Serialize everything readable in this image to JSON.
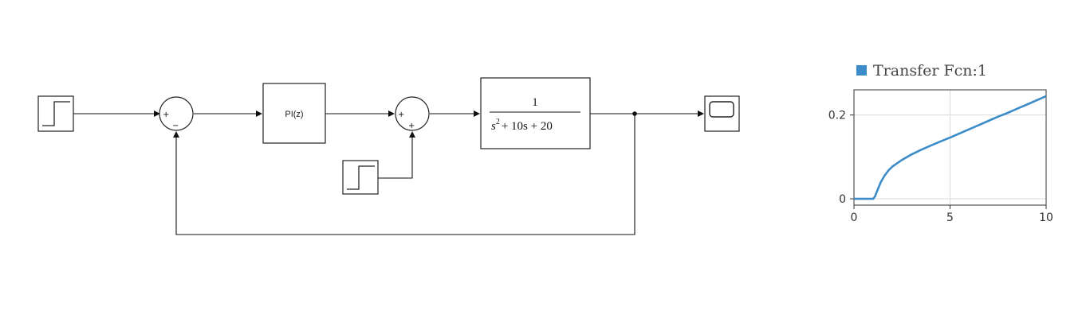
{
  "diagram": {
    "sum1_signs": [
      "+",
      "−"
    ],
    "controller_label": "PI(z)",
    "sum2_signs": [
      "+",
      "+"
    ],
    "plant_numerator": "1",
    "plant_denominator": {
      "base": "s",
      "power": "2",
      "rest": "+ 10s + 20"
    }
  },
  "chart_data": {
    "type": "line",
    "legend_position": "top-left",
    "grid": true,
    "xlim": [
      0,
      10
    ],
    "ylim": [
      -0.015,
      0.26
    ],
    "xticks": [
      "0",
      "5",
      "10"
    ],
    "yticks": [
      "0",
      "0.2"
    ],
    "colors": {
      "series": "#3b8cc8"
    },
    "series": [
      {
        "name": "Transfer Fcn:1",
        "x": [
          0,
          1.0,
          1.1,
          1.2,
          1.4,
          1.6,
          1.8,
          2.0,
          2.5,
          3.0,
          3.5,
          4.0,
          4.5,
          5.0,
          5.5,
          6.0,
          6.5,
          7.0,
          7.5,
          8.0,
          8.5,
          9.0,
          9.5,
          10.0
        ],
        "y": [
          0,
          0,
          0.006,
          0.018,
          0.04,
          0.056,
          0.068,
          0.077,
          0.093,
          0.106,
          0.117,
          0.127,
          0.137,
          0.146,
          0.156,
          0.166,
          0.176,
          0.186,
          0.196,
          0.205,
          0.215,
          0.225,
          0.235,
          0.245
        ]
      }
    ]
  }
}
